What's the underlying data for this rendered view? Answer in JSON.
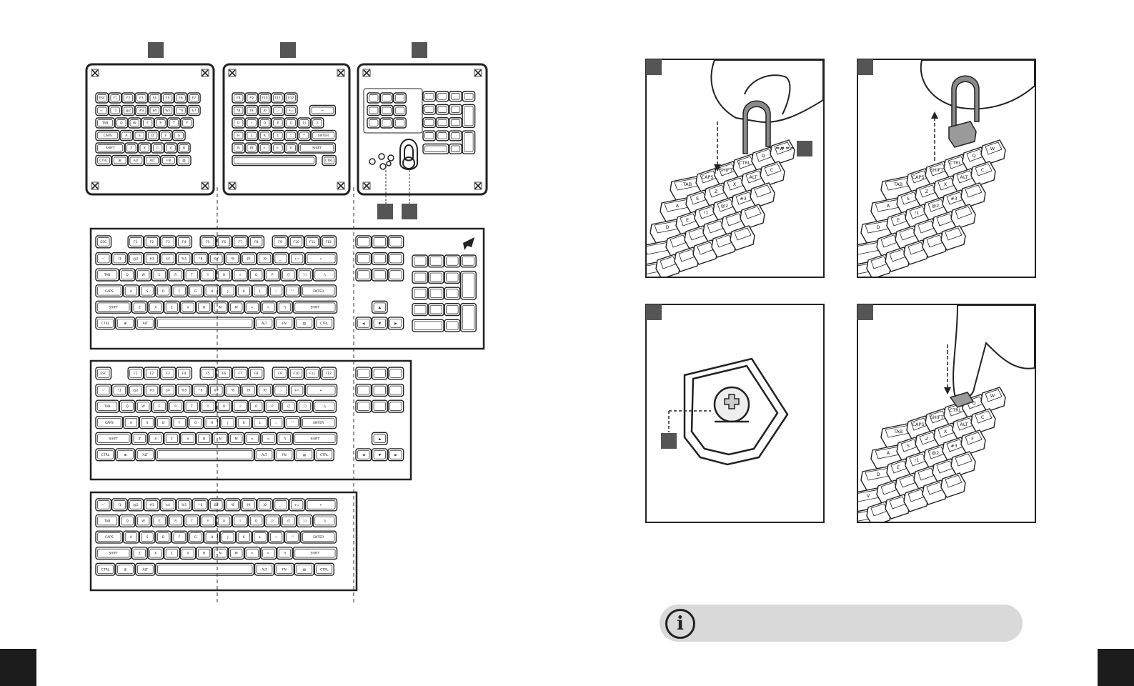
{
  "colors": {
    "ink": "#1c1c1c",
    "panel_gray": "#d9d9d9",
    "tool_gray": "#8a8a8a"
  },
  "icons": {
    "note": "info-icon"
  },
  "accessory_tray": {
    "keycaps": {
      "esc": "ESC",
      "tab": "TAB",
      "caps": "CAPS",
      "shift": "SHIFT",
      "ctrl": "CTRL",
      "alt": "ALT",
      "fn": "FN",
      "enter": "ENTER",
      "back": "←"
    },
    "f_keys": [
      "F1",
      "F2",
      "F3",
      "F4",
      "F5",
      "F6",
      "F7",
      "F8",
      "F9",
      "F10",
      "F11",
      "F12"
    ]
  },
  "keyboards": {
    "row_num": [
      "~`",
      "!1",
      "@2",
      "#3",
      "$4",
      "%5",
      "^6",
      "&7",
      "*8",
      "(9",
      ")0",
      "_-",
      "+="
    ],
    "row_q": [
      "Q",
      "W",
      "E",
      "R",
      "T",
      "Y",
      "U",
      "I",
      "O",
      "P",
      "{[",
      "}]",
      "|\\"
    ],
    "row_a": [
      "A",
      "S",
      "D",
      "F",
      "G",
      "H",
      "J",
      "K",
      "L",
      ":;",
      "\"'"
    ],
    "row_z": [
      "Z",
      "X",
      "C",
      "V",
      "B",
      "N",
      "M",
      "<,",
      ">.",
      "?/"
    ]
  },
  "steps": {
    "step1_keys": [
      "TAB",
      "CAPS",
      "SHIFT",
      "CTRL",
      "Q",
      "W",
      "A",
      "S",
      "Z",
      "X",
      "ALT",
      "C",
      "D",
      "E",
      "!1",
      "@2",
      "#3"
    ],
    "step4_keys": [
      "TAB",
      "CAPS",
      "SHIFT",
      "CTRL",
      "Q",
      "W",
      "A",
      "S",
      "Z",
      "X",
      "ALT",
      "C",
      "D",
      "E",
      "!1",
      "@2",
      "#3",
      "F",
      "V"
    ]
  }
}
